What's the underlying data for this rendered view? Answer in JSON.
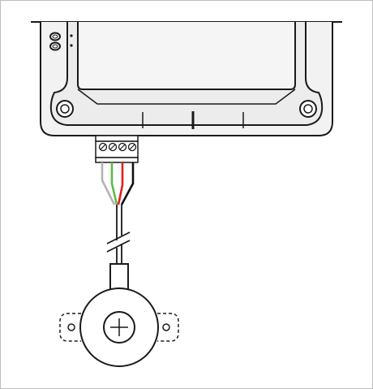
{
  "figure": {
    "kind": "wiring-diagram",
    "components": [
      "controller-enclosure",
      "terminal-block",
      "sensor-cable",
      "round-sensor"
    ],
    "terminal_block": {
      "terminal_count": 4
    },
    "enclosure": {
      "led_count": 2,
      "mounting_holes_visible": 2
    },
    "sensor": {
      "optional_mounting_ears": 2
    }
  },
  "wires": [
    {
      "name": "white-wire",
      "color": "#b3b3b3"
    },
    {
      "name": "green-wire",
      "color": "#5fb946"
    },
    {
      "name": "red-wire",
      "color": "#e0201b"
    },
    {
      "name": "black-wire",
      "color": "#111111"
    }
  ],
  "colors": {
    "outline": "#1a1a1a",
    "frame": "#bdbdbd",
    "enclosure_fill": "#f2f2f2",
    "dashed": "#1a1a1a"
  }
}
